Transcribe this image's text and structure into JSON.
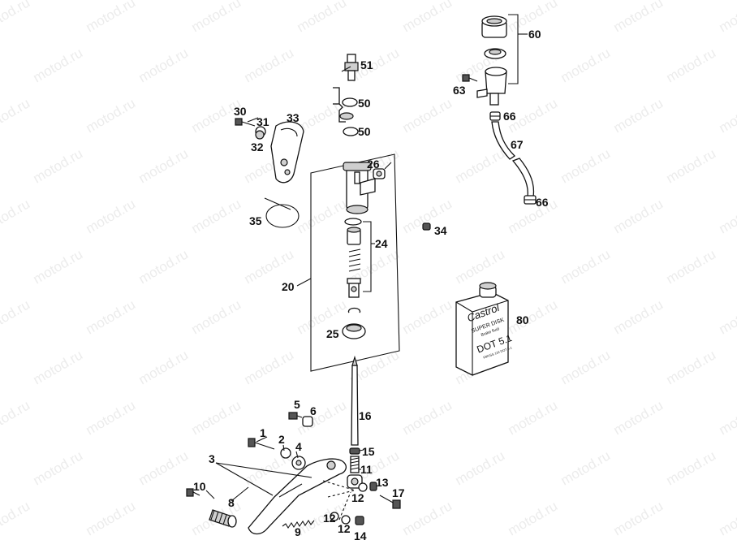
{
  "watermark": "motod.ru",
  "callouts": {
    "c1": "1",
    "c2": "2",
    "c3": "3",
    "c4": "4",
    "c5": "5",
    "c6": "6",
    "c8": "8",
    "c9": "9",
    "c10": "10",
    "c11": "11",
    "c12a": "12",
    "c12b": "12",
    "c12c": "12",
    "c13": "13",
    "c14": "14",
    "c15": "15",
    "c16": "16",
    "c17": "17",
    "c20": "20",
    "c24": "24",
    "c25": "25",
    "c26": "26",
    "c30": "30",
    "c31": "31",
    "c32": "32",
    "c33": "33",
    "c34": "34",
    "c35": "35",
    "c50a": "50",
    "c50b": "50",
    "c51": "51",
    "c60": "60",
    "c63": "63",
    "c66a": "66",
    "c66b": "66",
    "c67": "67",
    "c80": "80"
  },
  "can_label": {
    "brand": "Castrol",
    "line1": "SUPER DISK",
    "line2": "Brake fluid",
    "spec": "DOT 5.1",
    "fine": "FMVSS 116 DOT 5.1"
  }
}
